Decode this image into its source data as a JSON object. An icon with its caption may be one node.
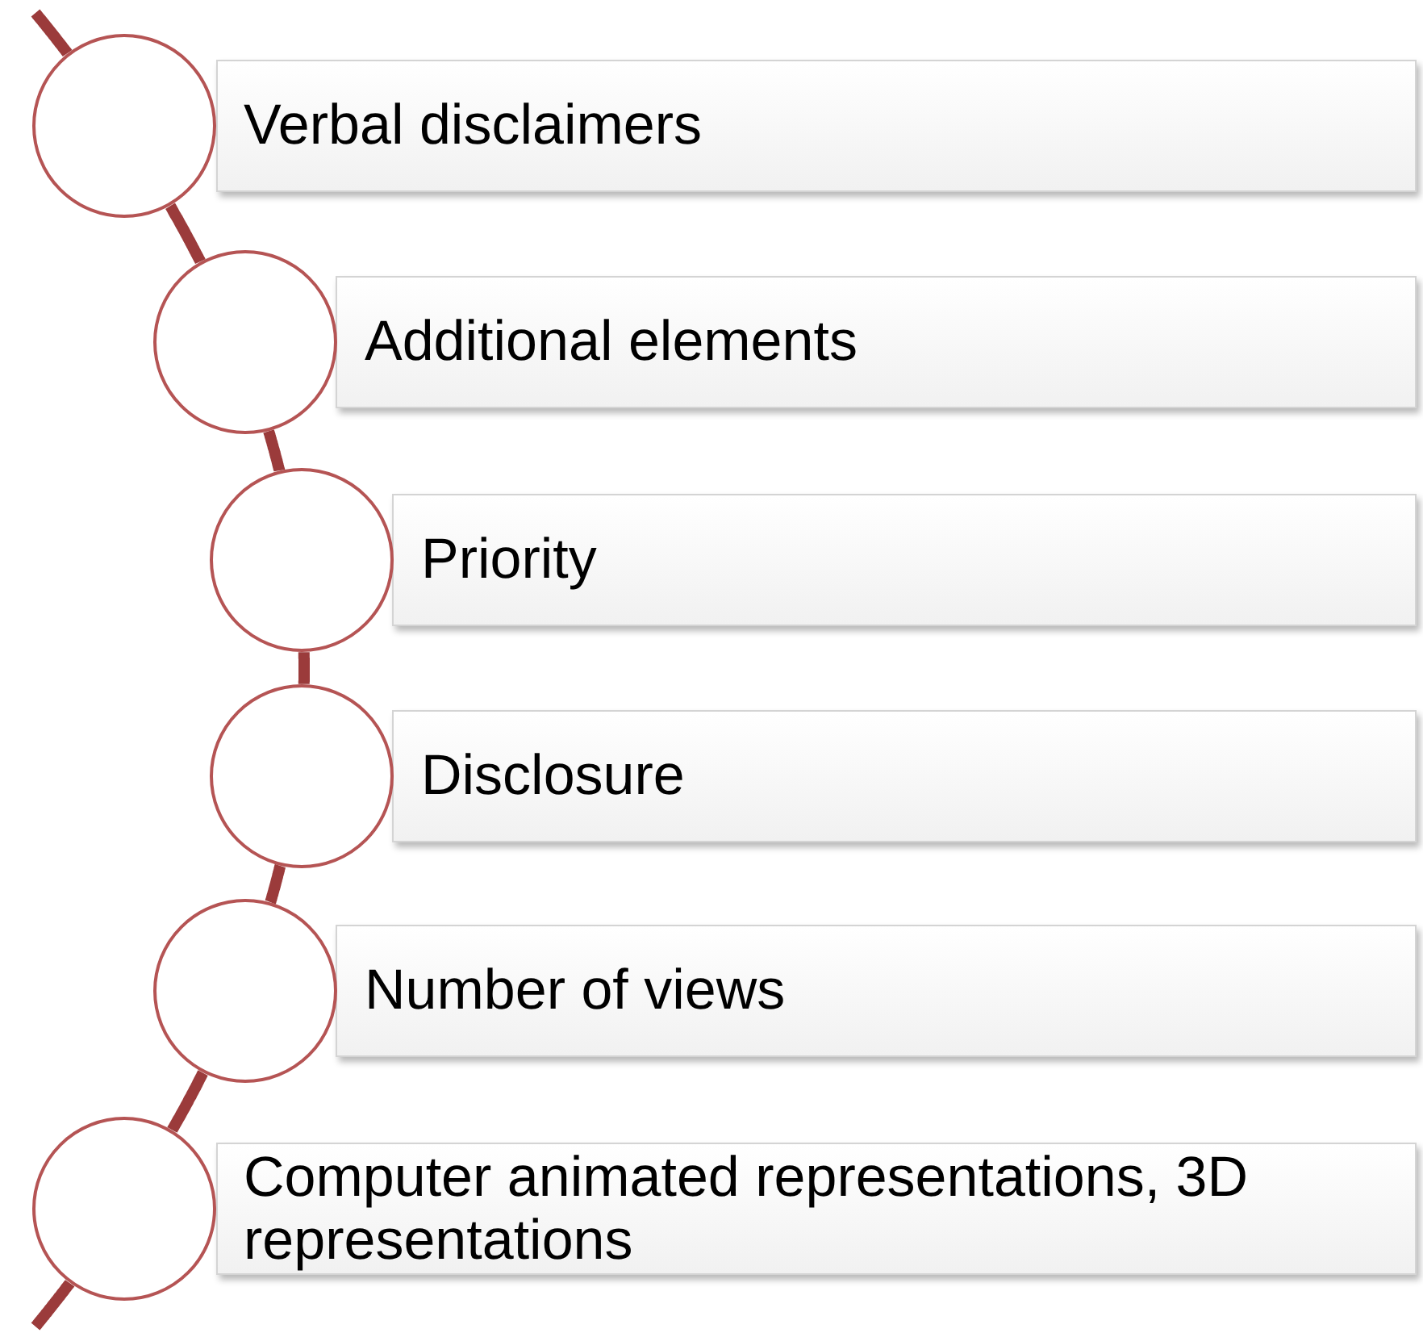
{
  "diagram": {
    "nodes": [
      {
        "text": [],
        "shape": "circle"
      },
      {
        "text": [
          "Verbal disclaimers"
        ]
      },
      {
        "text": [],
        "shape": "circle"
      },
      {
        "text": [
          "Additional elements"
        ]
      },
      {
        "text": [],
        "shape": "circle"
      },
      {
        "text": [
          "Priority"
        ]
      },
      {
        "text": [],
        "shape": "circle"
      },
      {
        "text": [
          "Disclosure"
        ]
      },
      {
        "text": [],
        "shape": "circle"
      },
      {
        "text": [
          "Number of views"
        ]
      },
      {
        "text": [],
        "shape": "circle"
      },
      {
        "text": [
          "Computer animated representations, 3D representations"
        ]
      }
    ],
    "edges": [
      {
        "from": null,
        "to": 0,
        "arrow": "none"
      },
      {
        "from": 0,
        "to": 2,
        "arrow": "none"
      },
      {
        "from": 2,
        "to": 4,
        "arrow": "none"
      },
      {
        "from": 4,
        "to": 6,
        "arrow": "none"
      },
      {
        "from": 6,
        "to": 8,
        "arrow": "none"
      },
      {
        "from": 8,
        "to": 10,
        "arrow": "none"
      },
      {
        "from": 10,
        "to": null,
        "arrow": "none"
      }
    ]
  }
}
